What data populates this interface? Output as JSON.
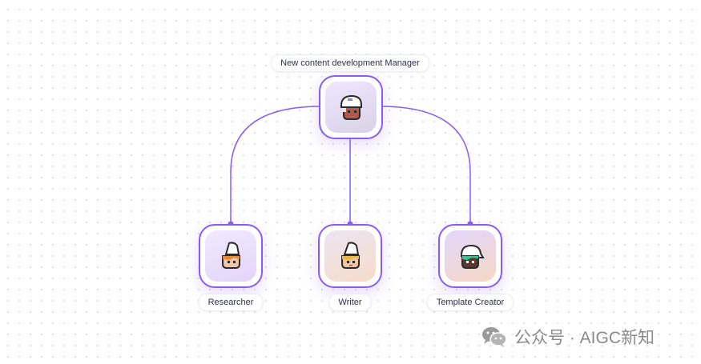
{
  "diagram": {
    "manager": {
      "label": "New content development Manager",
      "avatar": "manager-avatar"
    },
    "team": [
      {
        "label": "Researcher",
        "avatar": "researcher-avatar"
      },
      {
        "label": "Writer",
        "avatar": "writer-avatar"
      },
      {
        "label": "Template Creator",
        "avatar": "template-creator-avatar"
      }
    ],
    "connector_color": "#8a5cf5"
  },
  "watermark": {
    "icon": "wechat-icon",
    "text": "公众号 · AIGC新知"
  }
}
